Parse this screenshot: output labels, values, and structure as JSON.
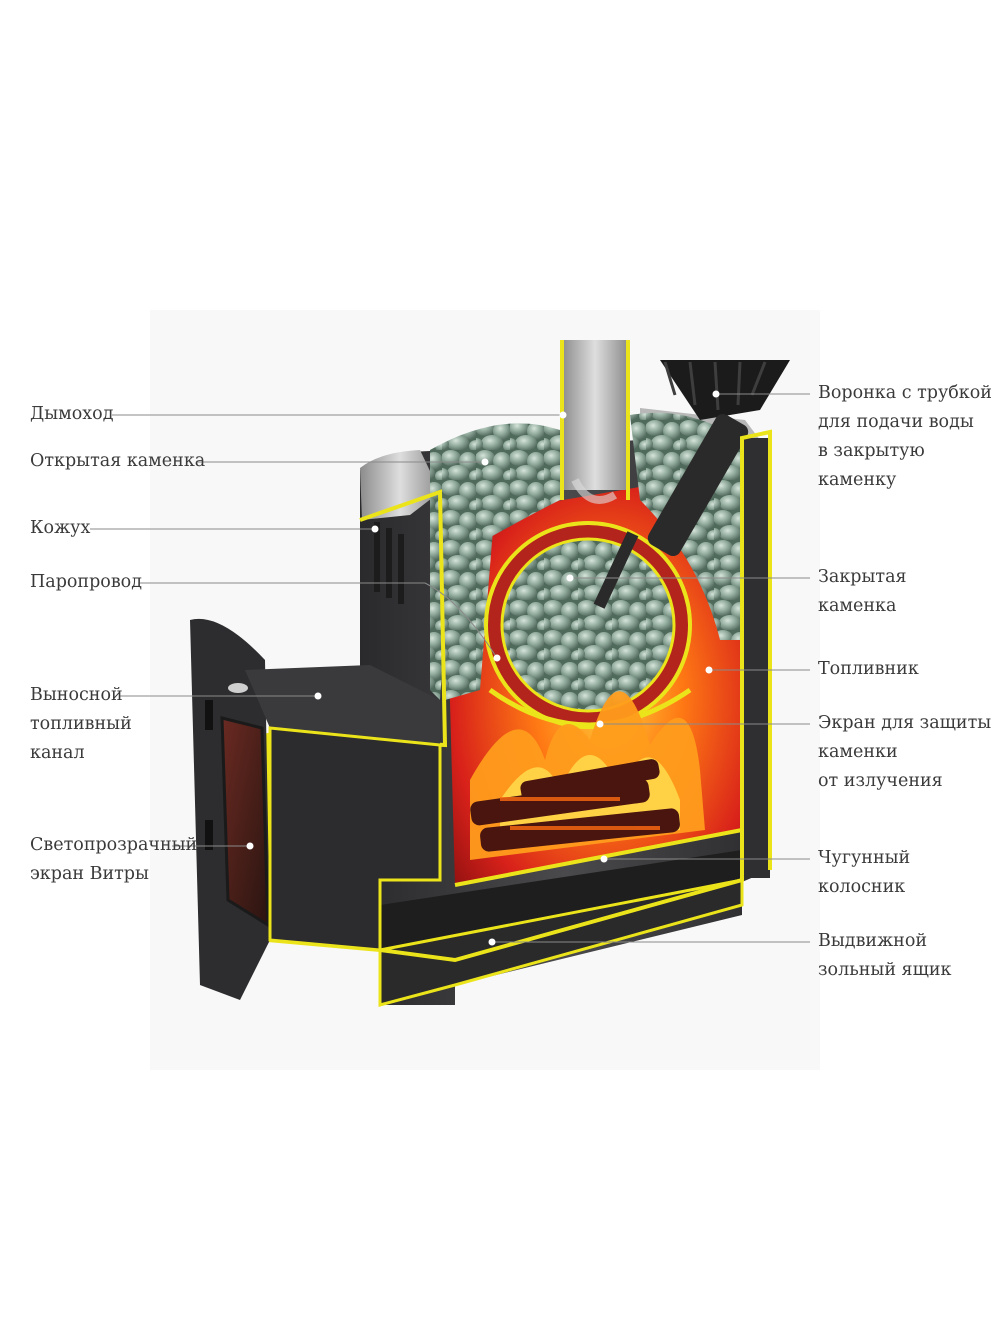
{
  "diagram": {
    "colors": {
      "outline": "#ece41a",
      "body": "#3b3b3d",
      "fire": "#d8211a",
      "flame": "#ffb020",
      "stones": "#7f9b8c",
      "text": "#3a3a3a",
      "leader": "#8a8a8a"
    },
    "labels_left": {
      "chimney": [
        "Дымоход"
      ],
      "open_heater": [
        "Открытая каменка"
      ],
      "casing": [
        "Кожух"
      ],
      "steam_line": [
        "Паропровод"
      ],
      "fuel_channel": [
        "Выносной",
        "топливный",
        "канал"
      ],
      "glass_screen": [
        "Светопрозрачный",
        "экран Витры"
      ]
    },
    "labels_right": {
      "funnel": [
        "Воронка с трубкой",
        "для подачи воды",
        "в закрытую",
        "каменку"
      ],
      "closed_heater": [
        "Закрытая",
        "каменка"
      ],
      "firebox": [
        "Топливник"
      ],
      "radiation_screen": [
        "Экран для защиты",
        "каменки",
        "от излучения"
      ],
      "grate": [
        "Чугунный",
        "колосник"
      ],
      "ash_drawer": [
        "Выдвижной",
        "зольный ящик"
      ]
    }
  }
}
